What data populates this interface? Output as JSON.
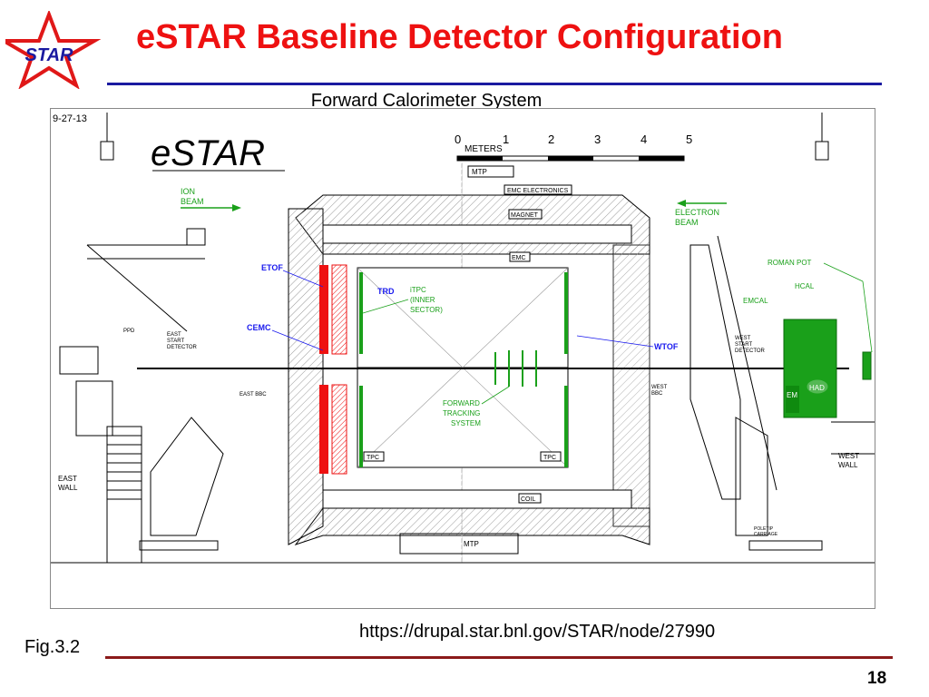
{
  "logo": {
    "text": "STAR"
  },
  "slide": {
    "title": "eSTAR Baseline Detector Configuration",
    "subtitle": "Forward Calorimeter System",
    "url": "https://drupal.star.bnl.gov/STAR/node/27990",
    "figure_label": "Fig.3.2",
    "page_number": "18"
  },
  "colors": {
    "title": "#ee1111",
    "top_rule": "#1a1aa0",
    "bottom_rule": "#8b1a1a",
    "label_green": "#1aa01a",
    "label_blue": "#1a1aee",
    "detector_red": "#ee1111"
  },
  "drawing": {
    "date": "9-27-13",
    "logo_text": "eSTAR",
    "scale": {
      "ticks": [
        "0",
        "1",
        "2",
        "3",
        "4",
        "5"
      ],
      "unit": "METERS"
    },
    "ion_beam": [
      "ION",
      "BEAM"
    ],
    "electron_beam": [
      "ELECTRON",
      "BEAM"
    ],
    "labels": {
      "mtp": "MTP",
      "emc_electronics": "EMC ELECTRONICS",
      "magnet": "MAGNET",
      "coil": "COIL",
      "emc": "EMC",
      "tpc": "TPC",
      "etof": "ETOF",
      "trd": "TRD",
      "cemc": "CEMC",
      "itpc": [
        "iTPC",
        "(INNER",
        "SECTOR)"
      ],
      "wtof": "WTOF",
      "forward_tracking": [
        "FORWARD",
        "TRACKING",
        "SYSTEM"
      ],
      "roman_pot": "ROMAN  POT",
      "hcal": "HCAL",
      "emcal": "EMCAL",
      "had": "HAD",
      "em": "EM",
      "ppd": "PPD",
      "east_start": [
        "EAST",
        "START",
        "DETECTOR"
      ],
      "west_start": [
        "WEST",
        "START",
        "DETECTOR"
      ],
      "east_bbc": "EAST BBC",
      "west_bbc": [
        "WEST",
        "BBC"
      ],
      "east_wall": [
        "EAST",
        "WALL"
      ],
      "west_wall": [
        "WEST",
        "WALL"
      ],
      "poletip": [
        "POLETIP",
        "CARRIAGE"
      ]
    }
  }
}
